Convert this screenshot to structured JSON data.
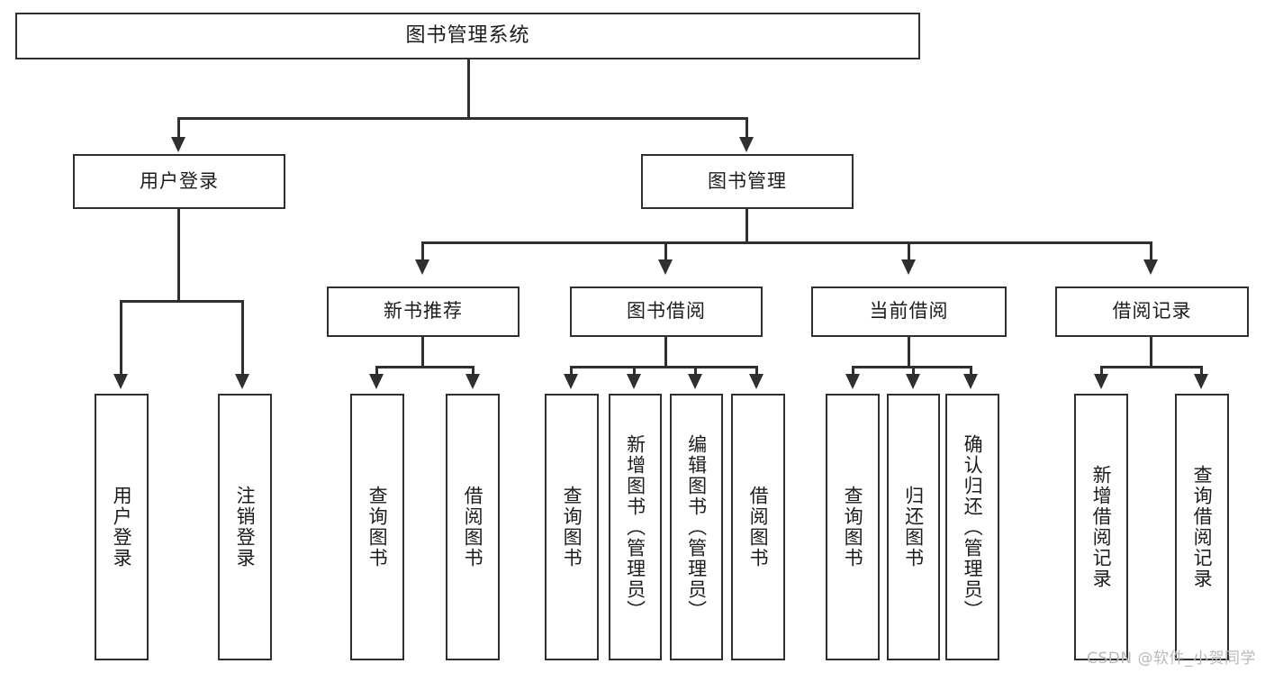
{
  "diagram": {
    "title": "图书管理系统",
    "type": "tree-hierarchy",
    "root": {
      "label": "图书管理系统"
    },
    "level2": [
      {
        "label": "用户登录"
      },
      {
        "label": "图书管理"
      }
    ],
    "level3": [
      {
        "label": "新书推荐"
      },
      {
        "label": "图书借阅"
      },
      {
        "label": "当前借阅"
      },
      {
        "label": "借阅记录"
      }
    ],
    "leaves": {
      "user_login": [
        {
          "label": "用户登录"
        },
        {
          "label": "注销登录"
        }
      ],
      "new_book_recommend": [
        {
          "label": "查询图书"
        },
        {
          "label": "借阅图书"
        }
      ],
      "book_borrow": [
        {
          "label": "查询图书"
        },
        {
          "label": "新增图书（管理员）"
        },
        {
          "label": "编辑图书（管理员）"
        },
        {
          "label": "借阅图书"
        }
      ],
      "current_borrow": [
        {
          "label": "查询图书"
        },
        {
          "label": "归还图书"
        },
        {
          "label": "确认归还（管理员）"
        }
      ],
      "borrow_record": [
        {
          "label": "新增借阅记录"
        },
        {
          "label": "查询借阅记录"
        }
      ]
    }
  },
  "watermark": {
    "text": "CSDN @软件_小贺同学"
  },
  "colors": {
    "stroke": "#2f2f2f",
    "background": "#ffffff",
    "text": "#1c1c1c",
    "watermark": "#b9b9b9"
  }
}
